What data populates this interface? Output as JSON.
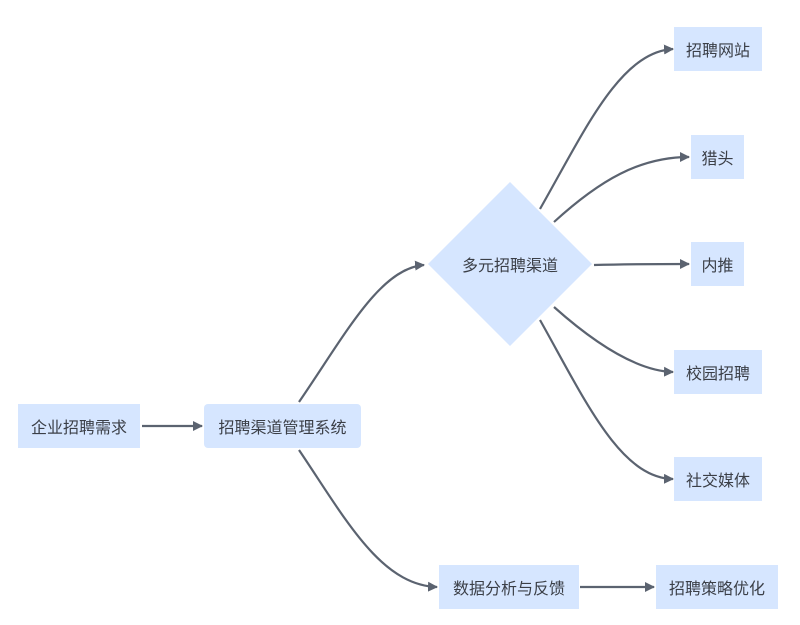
{
  "diagram": {
    "nodes": {
      "demand": "企业招聘需求",
      "system": "招聘渠道管理系统",
      "channels": "多元招聘渠道",
      "website": "招聘网站",
      "headhunter": "猎头",
      "referral": "内推",
      "campus": "校园招聘",
      "social": "社交媒体",
      "analysis": "数据分析与反馈",
      "optimize": "招聘策略优化"
    },
    "colors": {
      "node_fill": "#d6e6ff",
      "edge": "#5b6370",
      "text": "#3b3f47"
    }
  }
}
